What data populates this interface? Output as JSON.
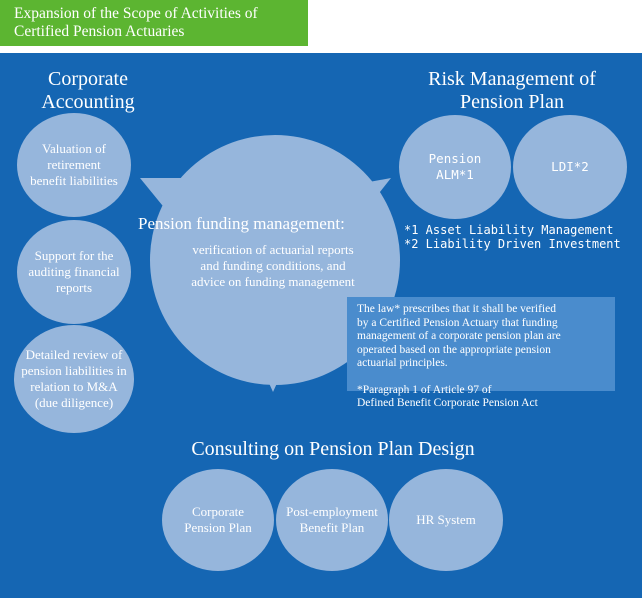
{
  "title": {
    "line1": "Expansion of the Scope of Activities of",
    "line2": "Certified Pension Actuaries"
  },
  "corporate_accounting": {
    "heading_line1": "Corporate",
    "heading_line2": "Accounting",
    "items": [
      {
        "lines": [
          "Valuation of",
          "retirement",
          "benefit liabilities"
        ]
      },
      {
        "lines": [
          "Support for the",
          "auditing financial",
          "reports"
        ]
      },
      {
        "lines": [
          "Detailed review of",
          "pension liabilities in",
          "relation to M&A",
          "(due diligence)"
        ]
      }
    ]
  },
  "risk_management": {
    "heading_line1": "Risk Management of",
    "heading_line2": "Pension Plan",
    "items": [
      {
        "lines": [
          "Pension",
          "ALM*1"
        ]
      },
      {
        "lines": [
          "LDI*2"
        ]
      }
    ],
    "notes": [
      "*1 Asset Liability Management",
      "*2 Liability Driven Investment"
    ]
  },
  "funding": {
    "title": "Pension funding management:",
    "sub_lines": [
      "verification of actuarial reports",
      "and funding conditions, and",
      "advice on funding management"
    ]
  },
  "law_box": {
    "lines": [
      "The law* prescribes that it shall be verified",
      "by a Certified Pension Actuary that funding",
      "management of a corporate pension plan are",
      "operated based on the appropriate pension",
      "actuarial principles."
    ],
    "footnote_lines": [
      "*Paragraph 1 of Article 97 of",
      "Defined Benefit Corporate Pension Act"
    ]
  },
  "consulting": {
    "heading": "Consulting on Pension Plan Design",
    "items": [
      {
        "lines": [
          "Corporate",
          "Pension Plan"
        ]
      },
      {
        "lines": [
          "Post-employment",
          "Benefit Plan"
        ]
      },
      {
        "lines": [
          "HR System"
        ]
      }
    ]
  },
  "colors": {
    "title_bar": "#5cb531",
    "panel": "#1566b3",
    "circle": "#96b6dc",
    "info_box": "#4a8ccd"
  }
}
